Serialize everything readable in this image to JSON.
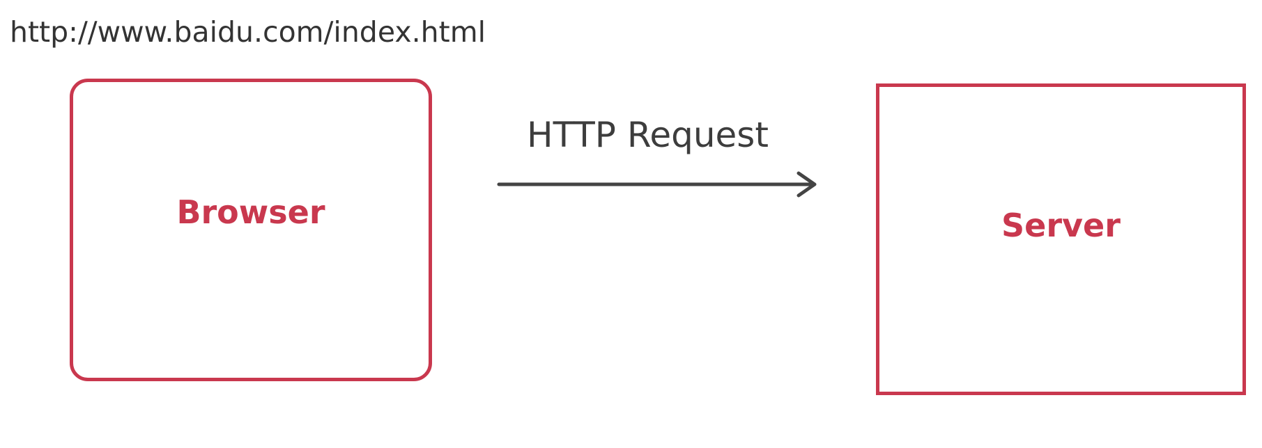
{
  "url": "http://www.baidu.com/index.html",
  "nodes": {
    "browser": {
      "label": "Browser"
    },
    "server": {
      "label": "Server"
    }
  },
  "edge": {
    "label": "HTTP Request",
    "from": "Browser",
    "to": "Server"
  },
  "colors": {
    "node_border": "#c9384e",
    "node_text": "#c9384e",
    "text": "#333333",
    "arrow": "#444444",
    "background": "#ffffff"
  }
}
